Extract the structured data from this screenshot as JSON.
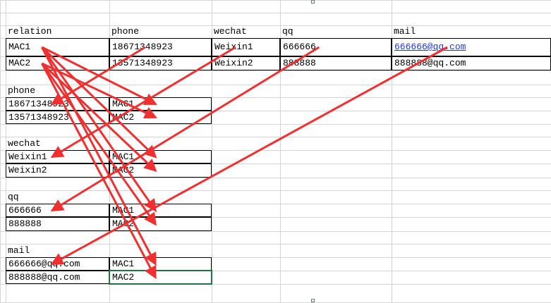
{
  "grid": {
    "cols": [
      0,
      8,
      155,
      300,
      397,
      555,
      781
    ],
    "rows": [
      0,
      18,
      36,
      54,
      80,
      100,
      120,
      138,
      157,
      176,
      194,
      213,
      232,
      252,
      270,
      289,
      308,
      328,
      346,
      365,
      384,
      403,
      429
    ]
  },
  "cells": [
    {
      "name": "header-relation",
      "row": 2,
      "col": 1,
      "text": "relation",
      "border": false
    },
    {
      "name": "header-phone",
      "row": 2,
      "col": 2,
      "text": "phone",
      "border": false
    },
    {
      "name": "header-wechat",
      "row": 2,
      "col": 3,
      "text": "wechat",
      "border": false
    },
    {
      "name": "header-qq",
      "row": 2,
      "col": 4,
      "text": "qq",
      "border": false
    },
    {
      "name": "header-mail",
      "row": 2,
      "col": 5,
      "text": "mail",
      "border": false
    },
    {
      "name": "cell-mac1",
      "row": 3,
      "col": 1,
      "text": "MAC1",
      "border": true
    },
    {
      "name": "cell-phone-1",
      "row": 3,
      "col": 2,
      "text": "18671348923",
      "border": true
    },
    {
      "name": "cell-wechat-1",
      "row": 3,
      "col": 3,
      "text": "Weixin1",
      "border": true
    },
    {
      "name": "cell-qq-1",
      "row": 3,
      "col": 4,
      "text": "666666",
      "border": true
    },
    {
      "name": "cell-mail-1",
      "row": 3,
      "col": 5,
      "text": "666666@qq.com",
      "border": true,
      "link": true
    },
    {
      "name": "cell-mac2",
      "row": 4,
      "col": 1,
      "text": "MAC2",
      "border": true
    },
    {
      "name": "cell-phone-2",
      "row": 4,
      "col": 2,
      "text": "13571348923",
      "border": true
    },
    {
      "name": "cell-wechat-2",
      "row": 4,
      "col": 3,
      "text": "Weixin2",
      "border": true
    },
    {
      "name": "cell-qq-2",
      "row": 4,
      "col": 4,
      "text": "888888",
      "border": true
    },
    {
      "name": "cell-mail-2",
      "row": 4,
      "col": 5,
      "text": "888888@qq.com",
      "border": true
    },
    {
      "name": "section-phone-title",
      "row": 6,
      "col": 1,
      "text": "phone",
      "border": false
    },
    {
      "name": "phone-table-key-1",
      "row": 7,
      "col": 1,
      "text": "18671348923",
      "border": true
    },
    {
      "name": "phone-table-val-1",
      "row": 7,
      "col": 2,
      "text": "MAC1",
      "border": true
    },
    {
      "name": "phone-table-key-2",
      "row": 8,
      "col": 1,
      "text": "13571348923",
      "border": true
    },
    {
      "name": "phone-table-val-2",
      "row": 8,
      "col": 2,
      "text": "MAC2",
      "border": true
    },
    {
      "name": "section-wechat-title",
      "row": 10,
      "col": 1,
      "text": "wechat",
      "border": false
    },
    {
      "name": "wechat-table-key-1",
      "row": 11,
      "col": 1,
      "text": "Weixin1",
      "border": true
    },
    {
      "name": "wechat-table-val-1",
      "row": 11,
      "col": 2,
      "text": "MAC1",
      "border": true
    },
    {
      "name": "wechat-table-key-2",
      "row": 12,
      "col": 1,
      "text": "Weixin2",
      "border": true
    },
    {
      "name": "wechat-table-val-2",
      "row": 12,
      "col": 2,
      "text": "MAC2",
      "border": true
    },
    {
      "name": "section-qq-title",
      "row": 14,
      "col": 1,
      "text": "qq",
      "border": false
    },
    {
      "name": "qq-table-key-1",
      "row": 15,
      "col": 1,
      "text": "666666",
      "border": true
    },
    {
      "name": "qq-table-val-1",
      "row": 15,
      "col": 2,
      "text": "MAC1",
      "border": true
    },
    {
      "name": "qq-table-key-2",
      "row": 16,
      "col": 1,
      "text": "888888",
      "border": true
    },
    {
      "name": "qq-table-val-2",
      "row": 16,
      "col": 2,
      "text": "MAC2",
      "border": true
    },
    {
      "name": "section-mail-title",
      "row": 18,
      "col": 1,
      "text": "mail",
      "border": false
    },
    {
      "name": "mail-table-key-1",
      "row": 19,
      "col": 1,
      "text": "666666@qq.com",
      "border": true
    },
    {
      "name": "mail-table-val-1",
      "row": 19,
      "col": 2,
      "text": "MAC1",
      "border": true
    },
    {
      "name": "mail-table-key-2",
      "row": 20,
      "col": 1,
      "text": "888888@qq.com",
      "border": true
    },
    {
      "name": "mail-table-val-2",
      "row": 20,
      "col": 2,
      "text": "MAC2",
      "border": true,
      "selected": true
    }
  ],
  "arrows": [
    {
      "name": "arrow-mac1-to-phone-map",
      "from": "cell-mac1",
      "to": "phone-table-val-1"
    },
    {
      "name": "arrow-mac1-to-wechat-map",
      "from": "cell-mac1",
      "to": "wechat-table-val-1"
    },
    {
      "name": "arrow-mac1-to-qq-map",
      "from": "cell-mac1",
      "to": "qq-table-val-1"
    },
    {
      "name": "arrow-mac1-to-mail-map",
      "from": "cell-mac1",
      "to": "mail-table-val-1"
    },
    {
      "name": "arrow-mac2-to-phone-map",
      "from": "cell-mac2",
      "to": "phone-table-val-2"
    },
    {
      "name": "arrow-mac2-to-wechat-map",
      "from": "cell-mac2",
      "to": "wechat-table-val-2"
    },
    {
      "name": "arrow-mac2-to-qq-map",
      "from": "cell-mac2",
      "to": "qq-table-val-2"
    },
    {
      "name": "arrow-mac2-to-mail-map",
      "from": "cell-mac2",
      "to": "mail-table-val-2"
    },
    {
      "name": "arrow-phone1-to-phone-key",
      "from": "cell-phone-1",
      "to": "phone-table-key-1"
    },
    {
      "name": "arrow-wechat1-to-wechat-key",
      "from": "cell-wechat-1",
      "to": "wechat-table-key-1"
    },
    {
      "name": "arrow-qq1-to-qq-key",
      "from": "cell-qq-1",
      "to": "qq-table-key-1"
    },
    {
      "name": "arrow-mail1-to-mail-key",
      "from": "cell-mail-1",
      "to": "mail-table-key-1"
    }
  ],
  "colors": {
    "arrow": "#f03030",
    "border": "#000000",
    "gridline": "#d4d4d4",
    "selection": "#217346",
    "link": "#1f39d6"
  }
}
